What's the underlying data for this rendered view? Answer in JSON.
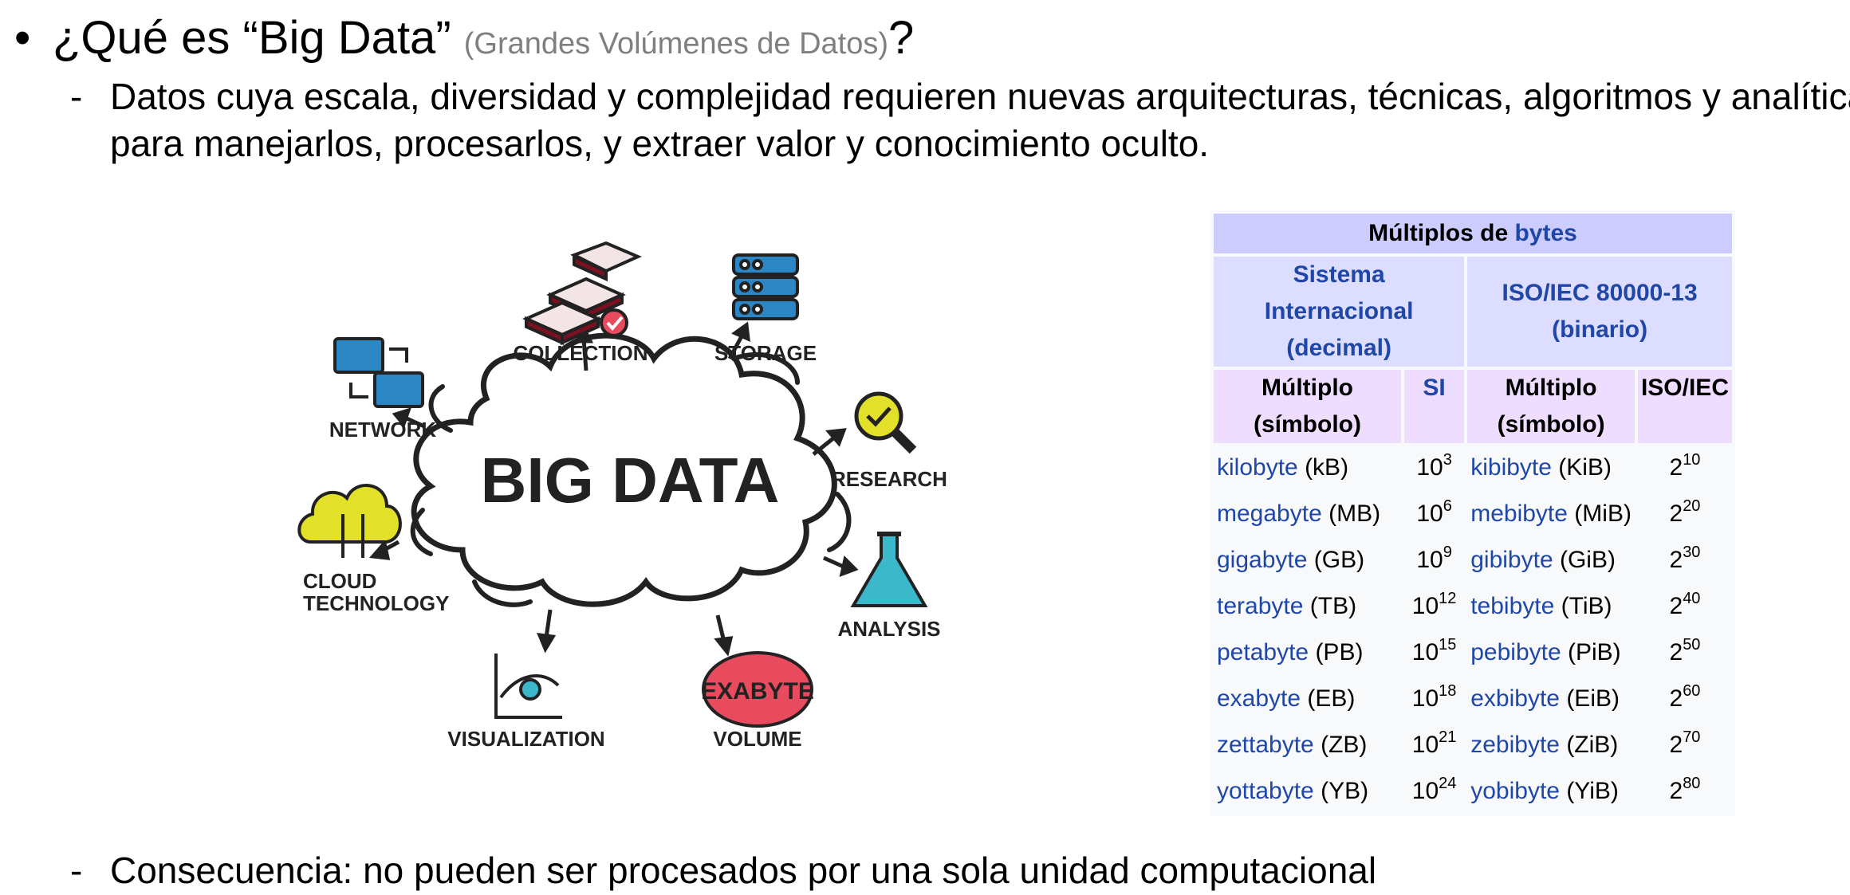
{
  "heading": {
    "bullet": "•",
    "main_text": "¿Qué es “Big Data” ",
    "subtitle": "(Grandes Volúmenes de Datos)",
    "end": "?"
  },
  "para1": {
    "dash": "-",
    "text": "Datos cuya escala, diversidad y complejidad requieren nuevas arquitecturas, técnicas, algoritmos y analítica para manejarlos, procesarlos, y extraer valor y conocimiento oculto."
  },
  "para2": {
    "dash": "-",
    "text": "Consecuencia: no pueden ser procesados por una sola unidad computacional"
  },
  "diagram": {
    "center": "BIG DATA",
    "labels": {
      "collection": "COLLECTION",
      "storage": "STORAGE",
      "network": "NETWORK",
      "research": "RESEARCH",
      "cloud_1": "CLOUD",
      "cloud_2": "TECHNOLOGY",
      "analysis": "ANALYSIS",
      "visualization": "VISUALIZATION",
      "volume": "VOLUME",
      "exabyte": "EXABYTE"
    },
    "colors": {
      "blue": "#2d86c4",
      "yellow": "#e3e02a",
      "red": "#e84b5e",
      "teal": "#3bb8c9",
      "outline": "#222222"
    }
  },
  "table": {
    "title_prefix": "Múltiplos de ",
    "title_link": "bytes",
    "si_header_1": "Sistema Internacional",
    "si_header_2": "(decimal)",
    "iso_header_1": "ISO/IEC 80000-13",
    "iso_header_2": "(binario)",
    "col_multiple_1": "Múltiplo",
    "col_multiple_2": "(símbolo)",
    "col_si": "SI",
    "col_iso": "ISO/IEC",
    "rows": [
      {
        "si_name": "kilobyte",
        "si_sym": "(kB)",
        "si_base": "10",
        "si_exp": "3",
        "iso_name": "kibibyte",
        "iso_sym": "(KiB)",
        "iso_base": "2",
        "iso_exp": "10"
      },
      {
        "si_name": "megabyte",
        "si_sym": "(MB)",
        "si_base": "10",
        "si_exp": "6",
        "iso_name": "mebibyte",
        "iso_sym": "(MiB)",
        "iso_base": "2",
        "iso_exp": "20"
      },
      {
        "si_name": "gigabyte",
        "si_sym": "(GB)",
        "si_base": "10",
        "si_exp": "9",
        "iso_name": "gibibyte",
        "iso_sym": "(GiB)",
        "iso_base": "2",
        "iso_exp": "30"
      },
      {
        "si_name": "terabyte",
        "si_sym": "(TB)",
        "si_base": "10",
        "si_exp": "12",
        "iso_name": "tebibyte",
        "iso_sym": "(TiB)",
        "iso_base": "2",
        "iso_exp": "40"
      },
      {
        "si_name": "petabyte",
        "si_sym": "(PB)",
        "si_base": "10",
        "si_exp": "15",
        "iso_name": "pebibyte",
        "iso_sym": "(PiB)",
        "iso_base": "2",
        "iso_exp": "50"
      },
      {
        "si_name": "exabyte",
        "si_sym": "(EB)",
        "si_base": "10",
        "si_exp": "18",
        "iso_name": "exbibyte",
        "iso_sym": "(EiB)",
        "iso_base": "2",
        "iso_exp": "60"
      },
      {
        "si_name": "zettabyte",
        "si_sym": "(ZB)",
        "si_base": "10",
        "si_exp": "21",
        "iso_name": "zebibyte",
        "iso_sym": "(ZiB)",
        "iso_base": "2",
        "iso_exp": "70"
      },
      {
        "si_name": "yottabyte",
        "si_sym": "(YB)",
        "si_base": "10",
        "si_exp": "24",
        "iso_name": "yobibyte",
        "iso_sym": "(YiB)",
        "iso_base": "2",
        "iso_exp": "80"
      }
    ]
  }
}
